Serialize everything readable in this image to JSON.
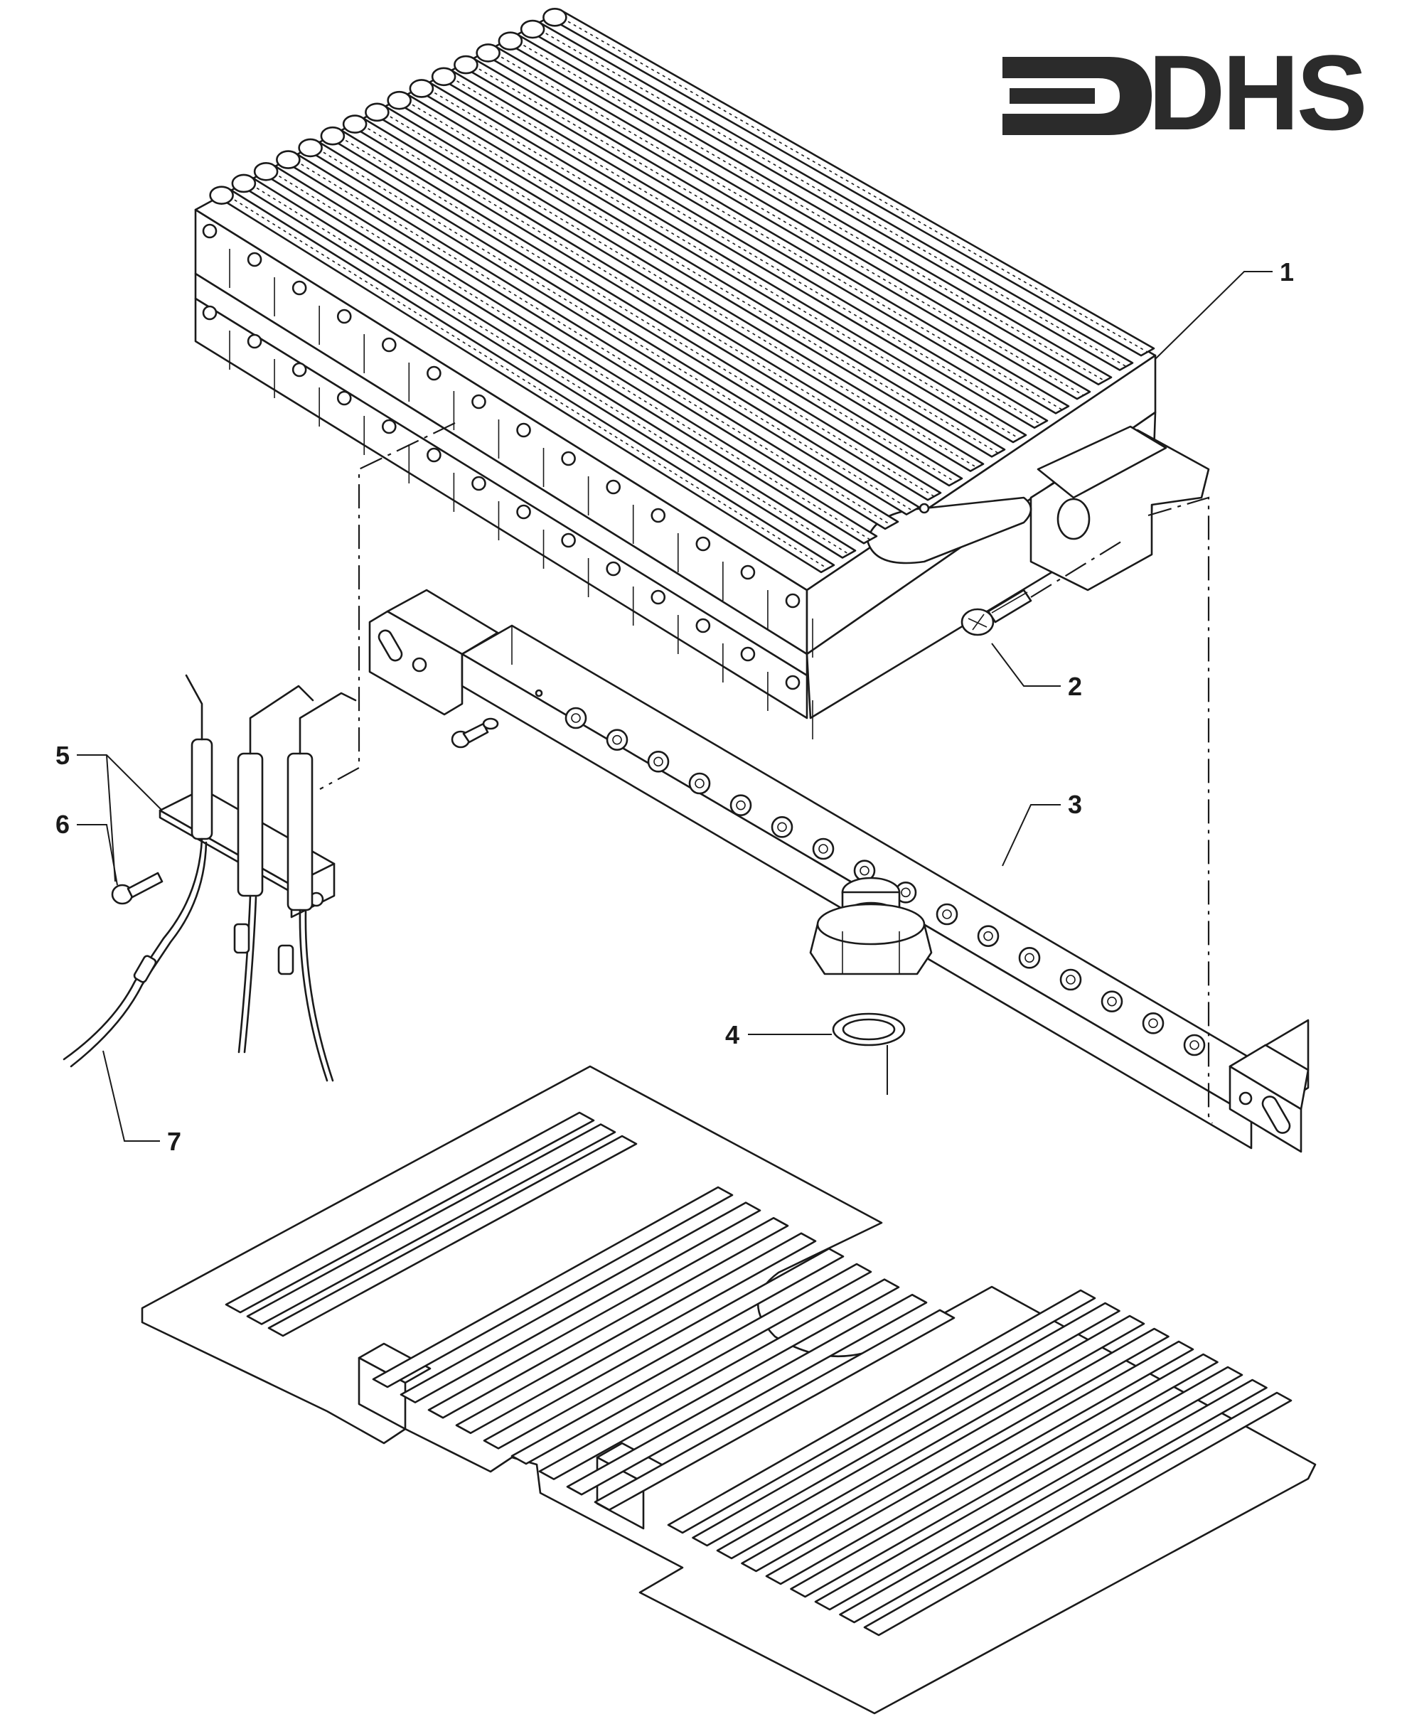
{
  "brand": {
    "logo_text": "DHS"
  },
  "callouts": [
    {
      "id": "1",
      "label": "1"
    },
    {
      "id": "2",
      "label": "2"
    },
    {
      "id": "3",
      "label": "3"
    },
    {
      "id": "4",
      "label": "4"
    },
    {
      "id": "5",
      "label": "5"
    },
    {
      "id": "6",
      "label": "6"
    },
    {
      "id": "7",
      "label": "7"
    }
  ],
  "colors": {
    "ink": "#1a1a1a",
    "logo": "#2b2b2b",
    "paper": "#ffffff"
  }
}
